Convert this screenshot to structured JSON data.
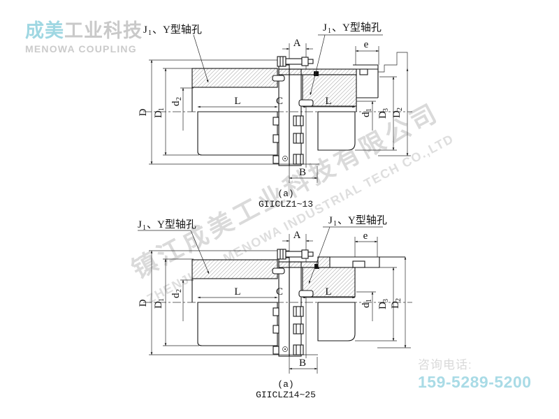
{
  "brand": {
    "logo_zh_accent": "成美",
    "logo_zh_gray": "工业科技",
    "logo_en": "MENOWA COUPLING"
  },
  "watermark": {
    "line1": "镇江成美工业科技有限公司",
    "line2": "ZHENJIANG MENOWA INDUSTRIAL TECH CO.,LTD"
  },
  "contact": {
    "label": "咨询电话:",
    "phone": "159-5289-5200"
  },
  "colors": {
    "accent_cyan": "#9fd7e2",
    "phone_cyan": "#a9dbe6",
    "watermark_gray": "#dadada",
    "line_black": "#161616"
  },
  "labels": {
    "shaft_hole": {
      "j": "J",
      "j_sub": "1",
      "rest": "、Y型轴孔"
    },
    "dims": {
      "A": "A",
      "e": "e",
      "B": "B",
      "C": "C",
      "L": "L",
      "D": "D",
      "D1": {
        "base": "D",
        "sub": "1"
      },
      "D2": {
        "base": "D",
        "sub": "2"
      },
      "D3": {
        "base": "D",
        "sub": "3"
      },
      "d1": {
        "base": "d",
        "sub": "1"
      },
      "d2": {
        "base": "d",
        "sub": "2"
      }
    }
  },
  "figures": [
    {
      "caption": "(a)",
      "model": "GIICLZ1~13"
    },
    {
      "caption": "(a)",
      "model": "GIICLZ14~25"
    }
  ]
}
